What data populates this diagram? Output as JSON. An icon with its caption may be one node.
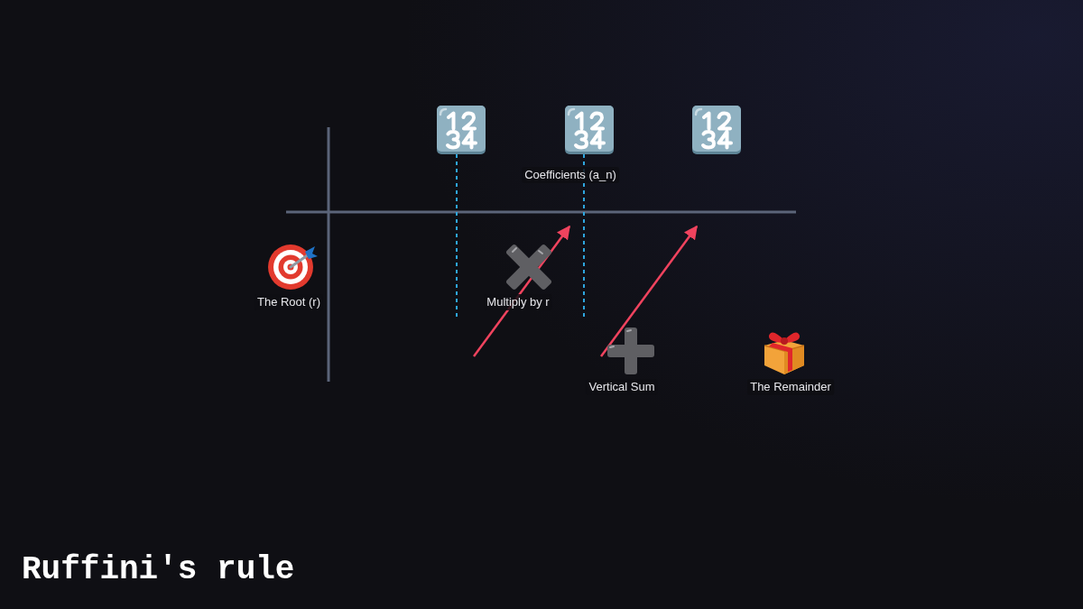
{
  "diagram": {
    "title": "Ruffini's rule",
    "labels": [
      "Coefficients (a_n)",
      "The Root (r)",
      "Multiply by r",
      "Vertical Sum",
      "The Remainder"
    ]
  }
}
